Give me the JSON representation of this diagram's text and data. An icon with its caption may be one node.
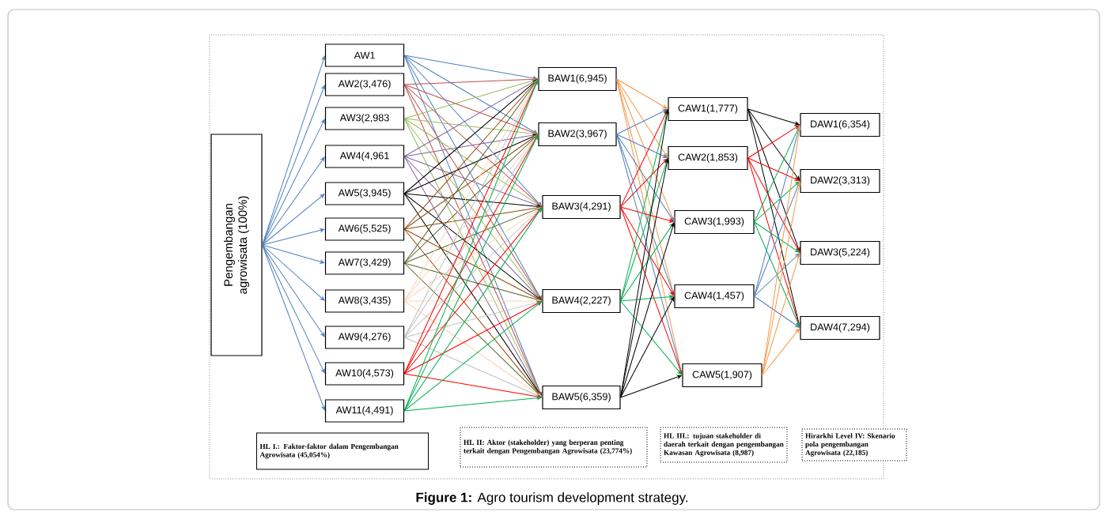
{
  "diagram": {
    "caption": "**Figure 1:** Agro tourism development strategy.",
    "nodes": [
      {
        "text": [
          "Pengembangan agrowisata (100%)"
        ]
      },
      {
        "text": [
          "AW1"
        ]
      },
      {
        "text": [
          "AW2(3,476)"
        ]
      },
      {
        "text": [
          "AW3(2,983"
        ]
      },
      {
        "text": [
          "AW4(4,961"
        ]
      },
      {
        "text": [
          "AW5(3,945)"
        ]
      },
      {
        "text": [
          "AW6(5,525)"
        ]
      },
      {
        "text": [
          "AW7(3,429)"
        ]
      },
      {
        "text": [
          "AW8(3,435)"
        ]
      },
      {
        "text": [
          "AW9(4,276)"
        ]
      },
      {
        "text": [
          "AW10(4,573)"
        ]
      },
      {
        "text": [
          "AW11(4,491)"
        ]
      },
      {
        "text": [
          "BAW1(6,945)"
        ]
      },
      {
        "text": [
          "BAW2(3,967)"
        ]
      },
      {
        "text": [
          "BAW3(4,291)"
        ]
      },
      {
        "text": [
          "BAW4(2,227)"
        ]
      },
      {
        "text": [
          "BAW5(6,359)"
        ]
      },
      {
        "text": [
          "CAW1(1,777)"
        ]
      },
      {
        "text": [
          "CAW2(1,853)"
        ]
      },
      {
        "text": [
          "CAW3(1,993)"
        ]
      },
      {
        "text": [
          "CAW4(1,457)"
        ]
      },
      {
        "text": [
          "CAW5(1,907)"
        ]
      },
      {
        "text": [
          "DAW1(6,354)"
        ]
      },
      {
        "text": [
          "DAW2(3,313)"
        ]
      },
      {
        "text": [
          "DAW3(5,224)"
        ]
      },
      {
        "text": [
          "DAW4(7,294)"
        ]
      },
      {
        "text": [
          "HL I.: Faktor-faktor dalam Pengembangan Agrowisata (45,054%)"
        ]
      },
      {
        "text": [
          "HL II: Aktor (stakeholder) yang berperan penting terkait dengan Pengembangan Agrowisata (23,774%)"
        ]
      },
      {
        "text": [
          "HL III.: tujuan stakeholder di daerah terkait dengan pengembangan Kawasan Agrowisata (8,987)"
        ]
      },
      {
        "text": [
          "Hirarkhi Level IV: Skenario pola pengembangan Agrowisata (22,185)"
        ]
      }
    ],
    "edges": [
      {
        "from": 0,
        "to": 1,
        "arrow": "to",
        "color": "#4f81bd"
      },
      {
        "from": 0,
        "to": 2,
        "arrow": "to",
        "color": "#4f81bd"
      },
      {
        "from": 0,
        "to": 3,
        "arrow": "to",
        "color": "#4f81bd"
      },
      {
        "from": 0,
        "to": 4,
        "arrow": "to",
        "color": "#4f81bd"
      },
      {
        "from": 0,
        "to": 5,
        "arrow": "to",
        "color": "#4f81bd"
      },
      {
        "from": 0,
        "to": 6,
        "arrow": "to",
        "color": "#4f81bd"
      },
      {
        "from": 0,
        "to": 7,
        "arrow": "to",
        "color": "#4f81bd"
      },
      {
        "from": 0,
        "to": 8,
        "arrow": "to",
        "color": "#4f81bd"
      },
      {
        "from": 0,
        "to": 9,
        "arrow": "to",
        "color": "#4f81bd"
      },
      {
        "from": 0,
        "to": 10,
        "arrow": "to",
        "color": "#4f81bd"
      },
      {
        "from": 0,
        "to": 11,
        "arrow": "to",
        "color": "#4f81bd"
      },
      {
        "from": 1,
        "to": 12,
        "arrow": "to",
        "color": "#4f81bd"
      },
      {
        "from": 1,
        "to": 13,
        "arrow": "to",
        "color": "#4f81bd"
      },
      {
        "from": 1,
        "to": 14,
        "arrow": "to",
        "color": "#4f81bd"
      },
      {
        "from": 1,
        "to": 15,
        "arrow": "to",
        "color": "#4f81bd"
      },
      {
        "from": 1,
        "to": 16,
        "arrow": "to",
        "color": "#4f81bd"
      },
      {
        "from": 2,
        "to": 12,
        "arrow": "to",
        "color": "#c0504d"
      },
      {
        "from": 2,
        "to": 13,
        "arrow": "to",
        "color": "#c0504d"
      },
      {
        "from": 2,
        "to": 14,
        "arrow": "to",
        "color": "#c0504d"
      },
      {
        "from": 2,
        "to": 15,
        "arrow": "to",
        "color": "#c0504d"
      },
      {
        "from": 2,
        "to": 16,
        "arrow": "to",
        "color": "#c0504d"
      },
      {
        "from": 3,
        "to": 12,
        "arrow": "to",
        "color": "#9bbb59"
      },
      {
        "from": 3,
        "to": 13,
        "arrow": "to",
        "color": "#9bbb59"
      },
      {
        "from": 3,
        "to": 14,
        "arrow": "to",
        "color": "#9bbb59"
      },
      {
        "from": 3,
        "to": 15,
        "arrow": "to",
        "color": "#9bbb59"
      },
      {
        "from": 3,
        "to": 16,
        "arrow": "to",
        "color": "#9bbb59"
      },
      {
        "from": 4,
        "to": 12,
        "arrow": "to",
        "color": "#8064a2"
      },
      {
        "from": 4,
        "to": 13,
        "arrow": "to",
        "color": "#8064a2"
      },
      {
        "from": 4,
        "to": 14,
        "arrow": "to",
        "color": "#8064a2"
      },
      {
        "from": 4,
        "to": 15,
        "arrow": "to",
        "color": "#8064a2"
      },
      {
        "from": 4,
        "to": 16,
        "arrow": "to",
        "color": "#8064a2"
      },
      {
        "from": 5,
        "to": 12,
        "arrow": "to",
        "color": "#000000"
      },
      {
        "from": 5,
        "to": 13,
        "arrow": "to",
        "color": "#000000"
      },
      {
        "from": 5,
        "to": 14,
        "arrow": "to",
        "color": "#000000"
      },
      {
        "from": 5,
        "to": 15,
        "arrow": "to",
        "color": "#000000"
      },
      {
        "from": 5,
        "to": 16,
        "arrow": "to",
        "color": "#000000"
      },
      {
        "from": 6,
        "to": 12,
        "arrow": "to",
        "color": "#984807"
      },
      {
        "from": 6,
        "to": 13,
        "arrow": "to",
        "color": "#984807"
      },
      {
        "from": 6,
        "to": 14,
        "arrow": "to",
        "color": "#984807"
      },
      {
        "from": 6,
        "to": 15,
        "arrow": "to",
        "color": "#984807"
      },
      {
        "from": 6,
        "to": 16,
        "arrow": "to",
        "color": "#984807"
      },
      {
        "from": 7,
        "to": 12,
        "arrow": "to",
        "color": "#4f6228"
      },
      {
        "from": 7,
        "to": 13,
        "arrow": "to",
        "color": "#4f6228"
      },
      {
        "from": 7,
        "to": 14,
        "arrow": "to",
        "color": "#4f6228"
      },
      {
        "from": 7,
        "to": 15,
        "arrow": "to",
        "color": "#4f6228"
      },
      {
        "from": 7,
        "to": 16,
        "arrow": "to",
        "color": "#4f6228"
      },
      {
        "from": 8,
        "to": 12,
        "arrow": "to",
        "color": "#fcd5b5"
      },
      {
        "from": 8,
        "to": 13,
        "arrow": "to",
        "color": "#fcd5b5"
      },
      {
        "from": 8,
        "to": 14,
        "arrow": "to",
        "color": "#fcd5b5"
      },
      {
        "from": 8,
        "to": 15,
        "arrow": "to",
        "color": "#fcd5b5"
      },
      {
        "from": 8,
        "to": 16,
        "arrow": "to",
        "color": "#fcd5b5"
      },
      {
        "from": 9,
        "to": 12,
        "arrow": "to",
        "color": "#bfbfbf"
      },
      {
        "from": 9,
        "to": 13,
        "arrow": "to",
        "color": "#bfbfbf"
      },
      {
        "from": 9,
        "to": 14,
        "arrow": "to",
        "color": "#bfbfbf"
      },
      {
        "from": 9,
        "to": 15,
        "arrow": "to",
        "color": "#bfbfbf"
      },
      {
        "from": 9,
        "to": 16,
        "arrow": "to",
        "color": "#bfbfbf"
      },
      {
        "from": 10,
        "to": 12,
        "arrow": "to",
        "color": "#ff0000"
      },
      {
        "from": 10,
        "to": 13,
        "arrow": "to",
        "color": "#ff0000"
      },
      {
        "from": 10,
        "to": 14,
        "arrow": "to",
        "color": "#ff0000"
      },
      {
        "from": 10,
        "to": 15,
        "arrow": "to",
        "color": "#ff0000"
      },
      {
        "from": 10,
        "to": 16,
        "arrow": "to",
        "color": "#ff0000"
      },
      {
        "from": 11,
        "to": 12,
        "arrow": "to",
        "color": "#00b050"
      },
      {
        "from": 11,
        "to": 13,
        "arrow": "to",
        "color": "#00b050"
      },
      {
        "from": 11,
        "to": 14,
        "arrow": "to",
        "color": "#00b050"
      },
      {
        "from": 11,
        "to": 15,
        "arrow": "to",
        "color": "#00b050"
      },
      {
        "from": 11,
        "to": 16,
        "arrow": "to",
        "color": "#00b050"
      },
      {
        "from": 12,
        "to": 17,
        "arrow": "to",
        "color": "#f79646"
      },
      {
        "from": 12,
        "to": 18,
        "arrow": "to",
        "color": "#f79646"
      },
      {
        "from": 12,
        "to": 19,
        "arrow": "to",
        "color": "#f79646"
      },
      {
        "from": 12,
        "to": 20,
        "arrow": "to",
        "color": "#f79646"
      },
      {
        "from": 12,
        "to": 21,
        "arrow": "to",
        "color": "#f79646"
      },
      {
        "from": 13,
        "to": 17,
        "arrow": "to",
        "color": "#4f81bd"
      },
      {
        "from": 13,
        "to": 18,
        "arrow": "to",
        "color": "#4f81bd"
      },
      {
        "from": 13,
        "to": 19,
        "arrow": "to",
        "color": "#4f81bd"
      },
      {
        "from": 13,
        "to": 20,
        "arrow": "to",
        "color": "#4f81bd"
      },
      {
        "from": 13,
        "to": 21,
        "arrow": "to",
        "color": "#4f81bd"
      },
      {
        "from": 14,
        "to": 17,
        "arrow": "to",
        "color": "#ff0000"
      },
      {
        "from": 14,
        "to": 18,
        "arrow": "to",
        "color": "#ff0000"
      },
      {
        "from": 14,
        "to": 19,
        "arrow": "to",
        "color": "#ff0000"
      },
      {
        "from": 14,
        "to": 20,
        "arrow": "to",
        "color": "#ff0000"
      },
      {
        "from": 14,
        "to": 21,
        "arrow": "to",
        "color": "#ff0000"
      },
      {
        "from": 15,
        "to": 17,
        "arrow": "to",
        "color": "#00b050"
      },
      {
        "from": 15,
        "to": 18,
        "arrow": "to",
        "color": "#00b050"
      },
      {
        "from": 15,
        "to": 19,
        "arrow": "to",
        "color": "#00b050"
      },
      {
        "from": 15,
        "to": 20,
        "arrow": "to",
        "color": "#00b050"
      },
      {
        "from": 15,
        "to": 21,
        "arrow": "to",
        "color": "#00b050"
      },
      {
        "from": 16,
        "to": 17,
        "arrow": "to",
        "color": "#000000"
      },
      {
        "from": 16,
        "to": 18,
        "arrow": "to",
        "color": "#000000"
      },
      {
        "from": 16,
        "to": 19,
        "arrow": "to",
        "color": "#000000"
      },
      {
        "from": 16,
        "to": 20,
        "arrow": "to",
        "color": "#000000"
      },
      {
        "from": 16,
        "to": 21,
        "arrow": "to",
        "color": "#000000"
      },
      {
        "from": 17,
        "to": 22,
        "arrow": "to",
        "color": "#000000"
      },
      {
        "from": 17,
        "to": 23,
        "arrow": "to",
        "color": "#000000"
      },
      {
        "from": 17,
        "to": 24,
        "arrow": "to",
        "color": "#000000"
      },
      {
        "from": 17,
        "to": 25,
        "arrow": "to",
        "color": "#000000"
      },
      {
        "from": 18,
        "to": 22,
        "arrow": "to",
        "color": "#ff0000"
      },
      {
        "from": 18,
        "to": 23,
        "arrow": "to",
        "color": "#ff0000"
      },
      {
        "from": 18,
        "to": 24,
        "arrow": "to",
        "color": "#ff0000"
      },
      {
        "from": 18,
        "to": 25,
        "arrow": "to",
        "color": "#ff0000"
      },
      {
        "from": 19,
        "to": 22,
        "arrow": "to",
        "color": "#00b050"
      },
      {
        "from": 19,
        "to": 23,
        "arrow": "to",
        "color": "#00b050"
      },
      {
        "from": 19,
        "to": 24,
        "arrow": "to",
        "color": "#00b050"
      },
      {
        "from": 19,
        "to": 25,
        "arrow": "to",
        "color": "#00b050"
      },
      {
        "from": 20,
        "to": 22,
        "arrow": "to",
        "color": "#4f81bd"
      },
      {
        "from": 20,
        "to": 23,
        "arrow": "to",
        "color": "#4f81bd"
      },
      {
        "from": 20,
        "to": 24,
        "arrow": "to",
        "color": "#4f81bd"
      },
      {
        "from": 20,
        "to": 25,
        "arrow": "to",
        "color": "#4f81bd"
      },
      {
        "from": 21,
        "to": 22,
        "arrow": "to",
        "color": "#f79646"
      },
      {
        "from": 21,
        "to": 23,
        "arrow": "to",
        "color": "#f79646"
      },
      {
        "from": 21,
        "to": 24,
        "arrow": "to",
        "color": "#f79646"
      },
      {
        "from": 21,
        "to": 25,
        "arrow": "to",
        "color": "#f79646"
      }
    ]
  }
}
